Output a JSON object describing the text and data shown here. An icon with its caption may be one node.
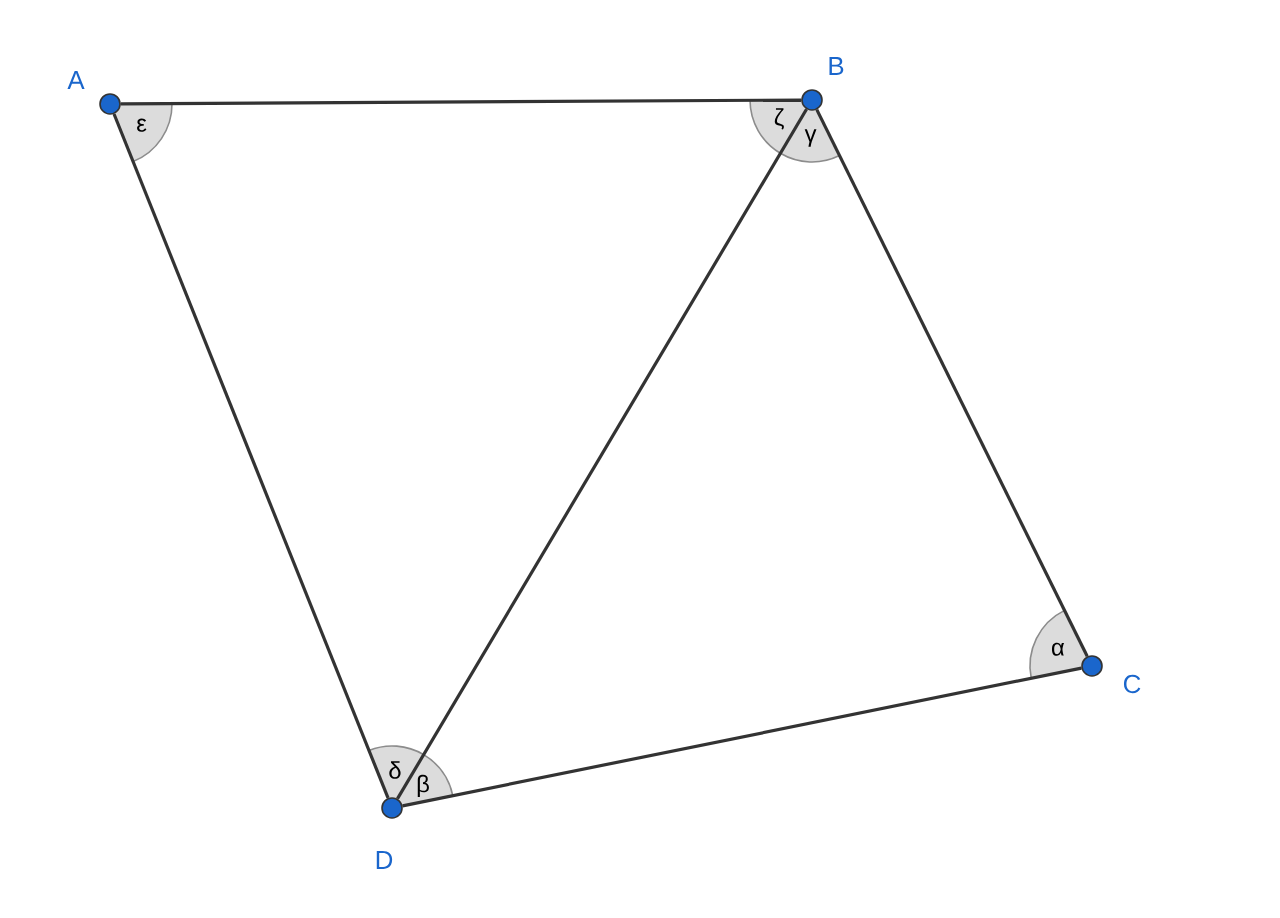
{
  "diagram": {
    "nodes": [
      {
        "text": [],
        "shape": "circle",
        "beside": [
          "A"
        ]
      },
      {
        "text": [],
        "shape": "circle",
        "beside": [
          "B"
        ]
      },
      {
        "text": [],
        "shape": "circle",
        "beside": [
          "C"
        ]
      },
      {
        "text": [],
        "shape": "circle",
        "beside": [
          "D"
        ]
      }
    ],
    "edges": [
      {
        "from": 0,
        "to": 1,
        "arrow": "none"
      },
      {
        "from": 1,
        "to": 2,
        "arrow": "none"
      },
      {
        "from": 2,
        "to": 3,
        "arrow": "none"
      },
      {
        "from": 3,
        "to": 0,
        "arrow": "none"
      },
      {
        "from": 1,
        "to": 3,
        "arrow": "none"
      }
    ],
    "labels": [
      "ε",
      "ζ",
      "γ",
      "α",
      "δ",
      "β"
    ]
  }
}
